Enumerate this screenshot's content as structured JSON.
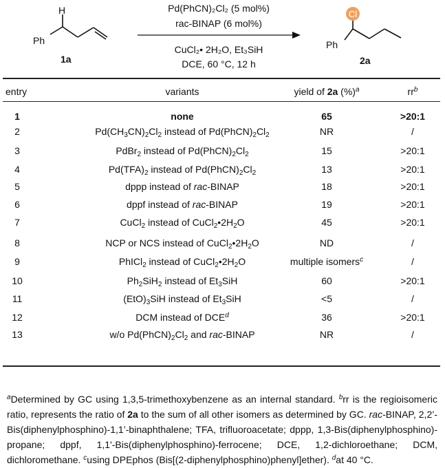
{
  "scheme": {
    "h_label": "H",
    "sm_ph_label": "Ph",
    "sm_compound_number": "1a",
    "catalyst_line": "Pd(PhCN)₂Cl₂ (5 mol%)",
    "ligand_line": "rac-BINAP (6 mol%)",
    "additive_line": "CuCl₂• 2H₂O, Et₃SiH",
    "solvent_line": "DCE, 60 °C, 12 h",
    "cl_label": "Cl",
    "pr_ph_label": "Ph",
    "product_compound_number": "2a",
    "chlorine_color": "#F0A060",
    "chlorine_text_color": "#ffffff"
  },
  "table": {
    "headers": {
      "entry": "entry",
      "variants": "variants",
      "yield_prefix": "yield of ",
      "yield_compound": "2a",
      "yield_suffix": " (%)",
      "yield_note": "a",
      "rr": "rr",
      "rr_note": "b"
    },
    "rows": [
      {
        "entry": "1",
        "variant": "none",
        "yield": "65",
        "rr": ">20:1",
        "bold": true
      },
      {
        "entry": "2",
        "variant": "Pd(CH₃CN)₂Cl₂ instead of Pd(PhCN)₂Cl₂",
        "yield": "NR",
        "rr": "/"
      },
      {
        "entry": "3",
        "variant": "PdBr₂ instead of Pd(PhCN)₂Cl₂",
        "yield": "15",
        "rr": ">20:1"
      },
      {
        "entry": "4",
        "variant": "Pd(TFA)₂ instead of Pd(PhCN)₂Cl₂",
        "yield": "13",
        "rr": ">20:1"
      },
      {
        "entry": "5",
        "variant": "dppp instead of rac-BINAP",
        "yield": "18",
        "rr": ">20:1"
      },
      {
        "entry": "6",
        "variant": "dppf instead of rac-BINAP",
        "yield": "19",
        "rr": ">20:1"
      },
      {
        "entry": "7",
        "variant": "CuCl₂ instead of CuCl₂•2H₂O",
        "yield": "45",
        "rr": ">20:1"
      },
      {
        "entry": "8",
        "variant": "NCP or NCS instead of CuCl₂•2H₂O",
        "yield": "ND",
        "rr": "/"
      },
      {
        "entry": "9",
        "variant": "PhICl₂ instead of CuCl₂•2H₂O",
        "yield": "multiple isomers",
        "yield_note": "c",
        "rr": "/"
      },
      {
        "entry": "10",
        "variant": "Ph₂SiH₂ instead of Et₃SiH",
        "yield": "60",
        "rr": ">20:1"
      },
      {
        "entry": "11",
        "variant": "(EtO)₃SiH instead of Et₃SiH",
        "yield": "<5",
        "rr": "/"
      },
      {
        "entry": "12",
        "variant": "DCM instead of DCE",
        "variant_note": "d",
        "yield": "36",
        "rr": ">20:1"
      },
      {
        "entry": "13",
        "variant": "w/o Pd(PhCN)₂Cl₂ and rac-BINAP",
        "yield": "NR",
        "rr": "/"
      }
    ]
  },
  "footnotes": {
    "a_mark": "a",
    "a_text": "Determined by GC using 1,3,5-trimethoxybenzene as an internal standard. ",
    "b_mark": "b",
    "b_text_1": "rr is the regioisomeric ratio, represents the ratio of ",
    "b_compound": "2a",
    "b_text_2": " to the sum of all other isomers as determined by GC. ",
    "abbr_rac": "rac",
    "abbr_text": "-BINAP, 2,2’-Bis(diphenylphosphino)-1,1’-binaphthalene; TFA, trifluoroacetate; dppp, 1,3-Bis(diphenylphosphino)-propane; dppf, 1,1'-Bis(diphenylphosphino)-ferrocene; DCE, 1,2-dichloroethane; DCM, dichloromethane. ",
    "c_mark": "c",
    "c_text": "using DPEphos (Bis[(2-diphenylphosphino)phenyl]ether). ",
    "d_mark": "d",
    "d_text": "at 40 °C."
  }
}
